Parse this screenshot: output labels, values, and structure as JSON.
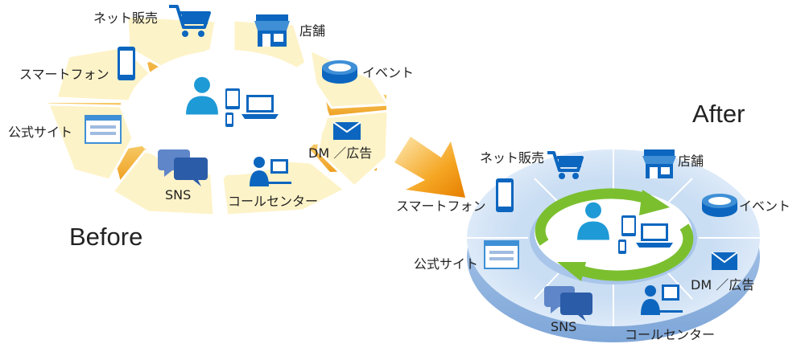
{
  "before": {
    "heading": "Before",
    "channels": {
      "net": "ネット販売",
      "store": "店舗",
      "event": "イベント",
      "dm": "DM ／広告",
      "call": "コールセンター",
      "sns": "SNS",
      "site": "公式サイト",
      "phone": "スマートフォン"
    }
  },
  "after": {
    "heading": "After",
    "channels": {
      "net": "ネット販売",
      "store": "店舗",
      "event": "イベント",
      "dm": "DM ／広告",
      "call": "コールセンター",
      "sns": "SNS",
      "site": "公式サイト",
      "phone": "スマートフォン"
    }
  },
  "colors": {
    "before_top": "#fdf3c8",
    "before_side": "#f2b443",
    "after_top": "#dce9f7",
    "after_side": "#8fb4df",
    "icon_blue": "#0c66bf",
    "person_blue": "#1e9ad6",
    "cycle_green": "#7bbf2f",
    "arrow_orange": "#f18a00"
  },
  "icons": [
    "cart-icon",
    "store-icon",
    "stadium-icon",
    "envelope-icon",
    "operator-icon",
    "chat-icon",
    "website-icon",
    "smartphone-icon",
    "person-icon",
    "tablet-icon",
    "laptop-icon",
    "cycle-arrows-icon"
  ]
}
